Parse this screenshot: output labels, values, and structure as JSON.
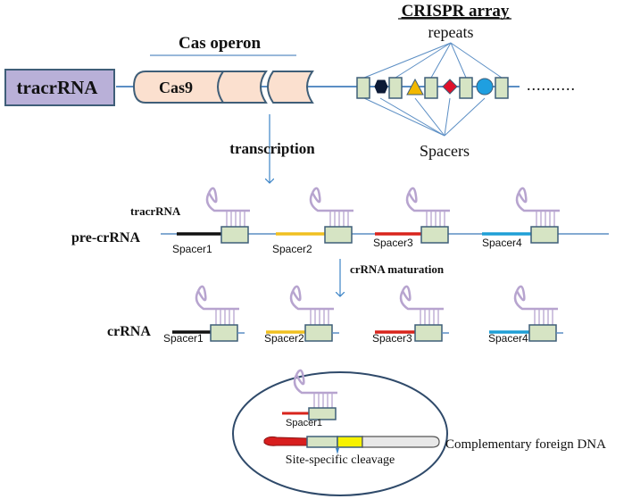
{
  "top": {
    "crispr_title": "CRISPR array",
    "repeats_label": "repeats",
    "spacers_label": "Spacers",
    "cas_operon_label": "Cas operon",
    "tracr_label": "tracrRNA",
    "cas9_label": "Cas9",
    "ellipsis": "..........",
    "transcription_label": "transcription"
  },
  "precr": {
    "label": "pre-crRNA",
    "tracr_label": "tracrRNA",
    "spacers": [
      "Spacer1",
      "Spacer2",
      "Spacer3",
      "Spacer4"
    ],
    "maturation_label": "crRNA maturation"
  },
  "crrna": {
    "label": "crRNA",
    "spacers": [
      "Spacer1",
      "Spacer2",
      "Spacer3",
      "Spacer4"
    ]
  },
  "cleavage": {
    "spacer_label": "Spacer1",
    "site_label": "Site-specific cleavage",
    "foreign_dna_label": "Complementary foreign DNA"
  },
  "colors": {
    "line": "#5b8ec4",
    "tracr_box": "#b9b0d8",
    "cas_fill": "#fbe0cf",
    "repeat_fill": "#d6e4c4",
    "repeat_stroke": "#3f5e78",
    "hairpin": "#b7a4cf",
    "spacer1": "#111111",
    "spacer2": "#f0c020",
    "spacer3": "#d8241c",
    "spacer4": "#1f9fd6",
    "dna_red": "#d81e1e",
    "dna_yellow": "#f7f200",
    "dna_gray": "#e8e8e8",
    "arrow": "#3c84c6",
    "triangle": "#f2b800",
    "diamond": "#e0102a",
    "circle": "#1f9fe0",
    "hexagon": "#0d1a36"
  }
}
